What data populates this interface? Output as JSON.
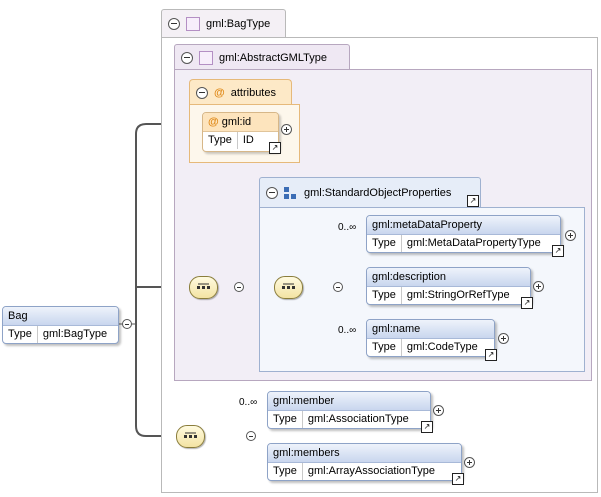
{
  "diagram": {
    "root": {
      "name": "Bag",
      "type_key": "Type",
      "type_value": "gml:BagType"
    },
    "bag_type": {
      "label": "gml:BagType"
    },
    "abstract_type": {
      "label": "gml:AbstractGMLType"
    },
    "attributes": {
      "label": "attributes",
      "at_symbol": "@",
      "id": {
        "name": "gml:id",
        "type_key": "Type",
        "type_value": "ID"
      }
    },
    "standard_props": {
      "label": "gml:StandardObjectProperties",
      "elements": [
        {
          "name": "gml:metaDataProperty",
          "type_key": "Type",
          "type_value": "gml:MetaDataPropertyType",
          "cardinality": "0..∞"
        },
        {
          "name": "gml:description",
          "type_key": "Type",
          "type_value": "gml:StringOrRefType",
          "cardinality": ""
        },
        {
          "name": "gml:name",
          "type_key": "Type",
          "type_value": "gml:CodeType",
          "cardinality": "0..∞"
        }
      ]
    },
    "members": [
      {
        "name": "gml:member",
        "type_key": "Type",
        "type_value": "gml:AssociationType",
        "cardinality": "0..∞"
      },
      {
        "name": "gml:members",
        "type_key": "Type",
        "type_value": "gml:ArrayAssociationType",
        "cardinality": ""
      }
    ],
    "colors": {
      "element_header": "#c9d6ee",
      "attribute_header": "#fde4bd",
      "group_bg": "#f2eef6",
      "connector": "#555555"
    }
  }
}
